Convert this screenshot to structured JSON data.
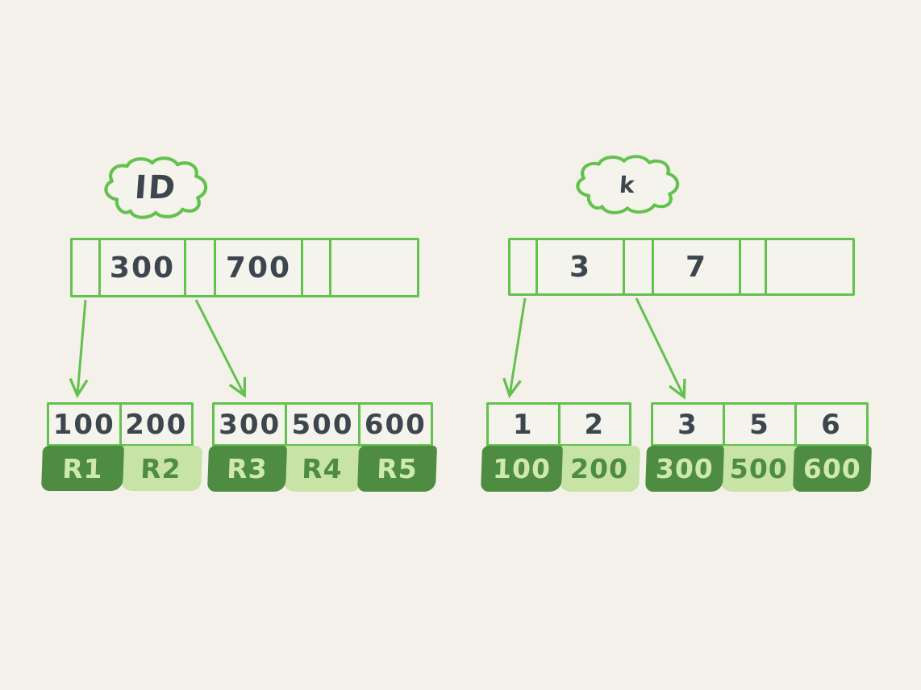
{
  "palette": {
    "background": "#f3f1ea",
    "stroke_green": "#63c14e",
    "ink": "#3d464e",
    "record_dark_green": "#4e8c41",
    "record_light_green": "#c7e3a6",
    "text_on_dark_green": "#cfe9ad"
  },
  "left_tree": {
    "label": "ID",
    "root": {
      "cells": [
        "",
        "300",
        "",
        "700",
        "",
        ""
      ]
    },
    "leaves": [
      {
        "keys": [
          "100",
          "200"
        ],
        "records": [
          {
            "label": "R1",
            "tone": "dark"
          },
          {
            "label": "R2",
            "tone": "light"
          }
        ]
      },
      {
        "keys": [
          "300",
          "500",
          "600"
        ],
        "records": [
          {
            "label": "R3",
            "tone": "dark"
          },
          {
            "label": "R4",
            "tone": "light"
          },
          {
            "label": "R5",
            "tone": "dark"
          }
        ]
      }
    ]
  },
  "right_tree": {
    "label": "k",
    "root": {
      "cells": [
        "",
        "3",
        "",
        "7",
        "",
        ""
      ]
    },
    "leaves": [
      {
        "keys": [
          "1",
          "2"
        ],
        "records": [
          {
            "label": "100",
            "tone": "dark"
          },
          {
            "label": "200",
            "tone": "light"
          }
        ]
      },
      {
        "keys": [
          "3",
          "5",
          "6"
        ],
        "records": [
          {
            "label": "300",
            "tone": "dark"
          },
          {
            "label": "500",
            "tone": "light"
          },
          {
            "label": "600",
            "tone": "dark"
          }
        ]
      }
    ]
  }
}
